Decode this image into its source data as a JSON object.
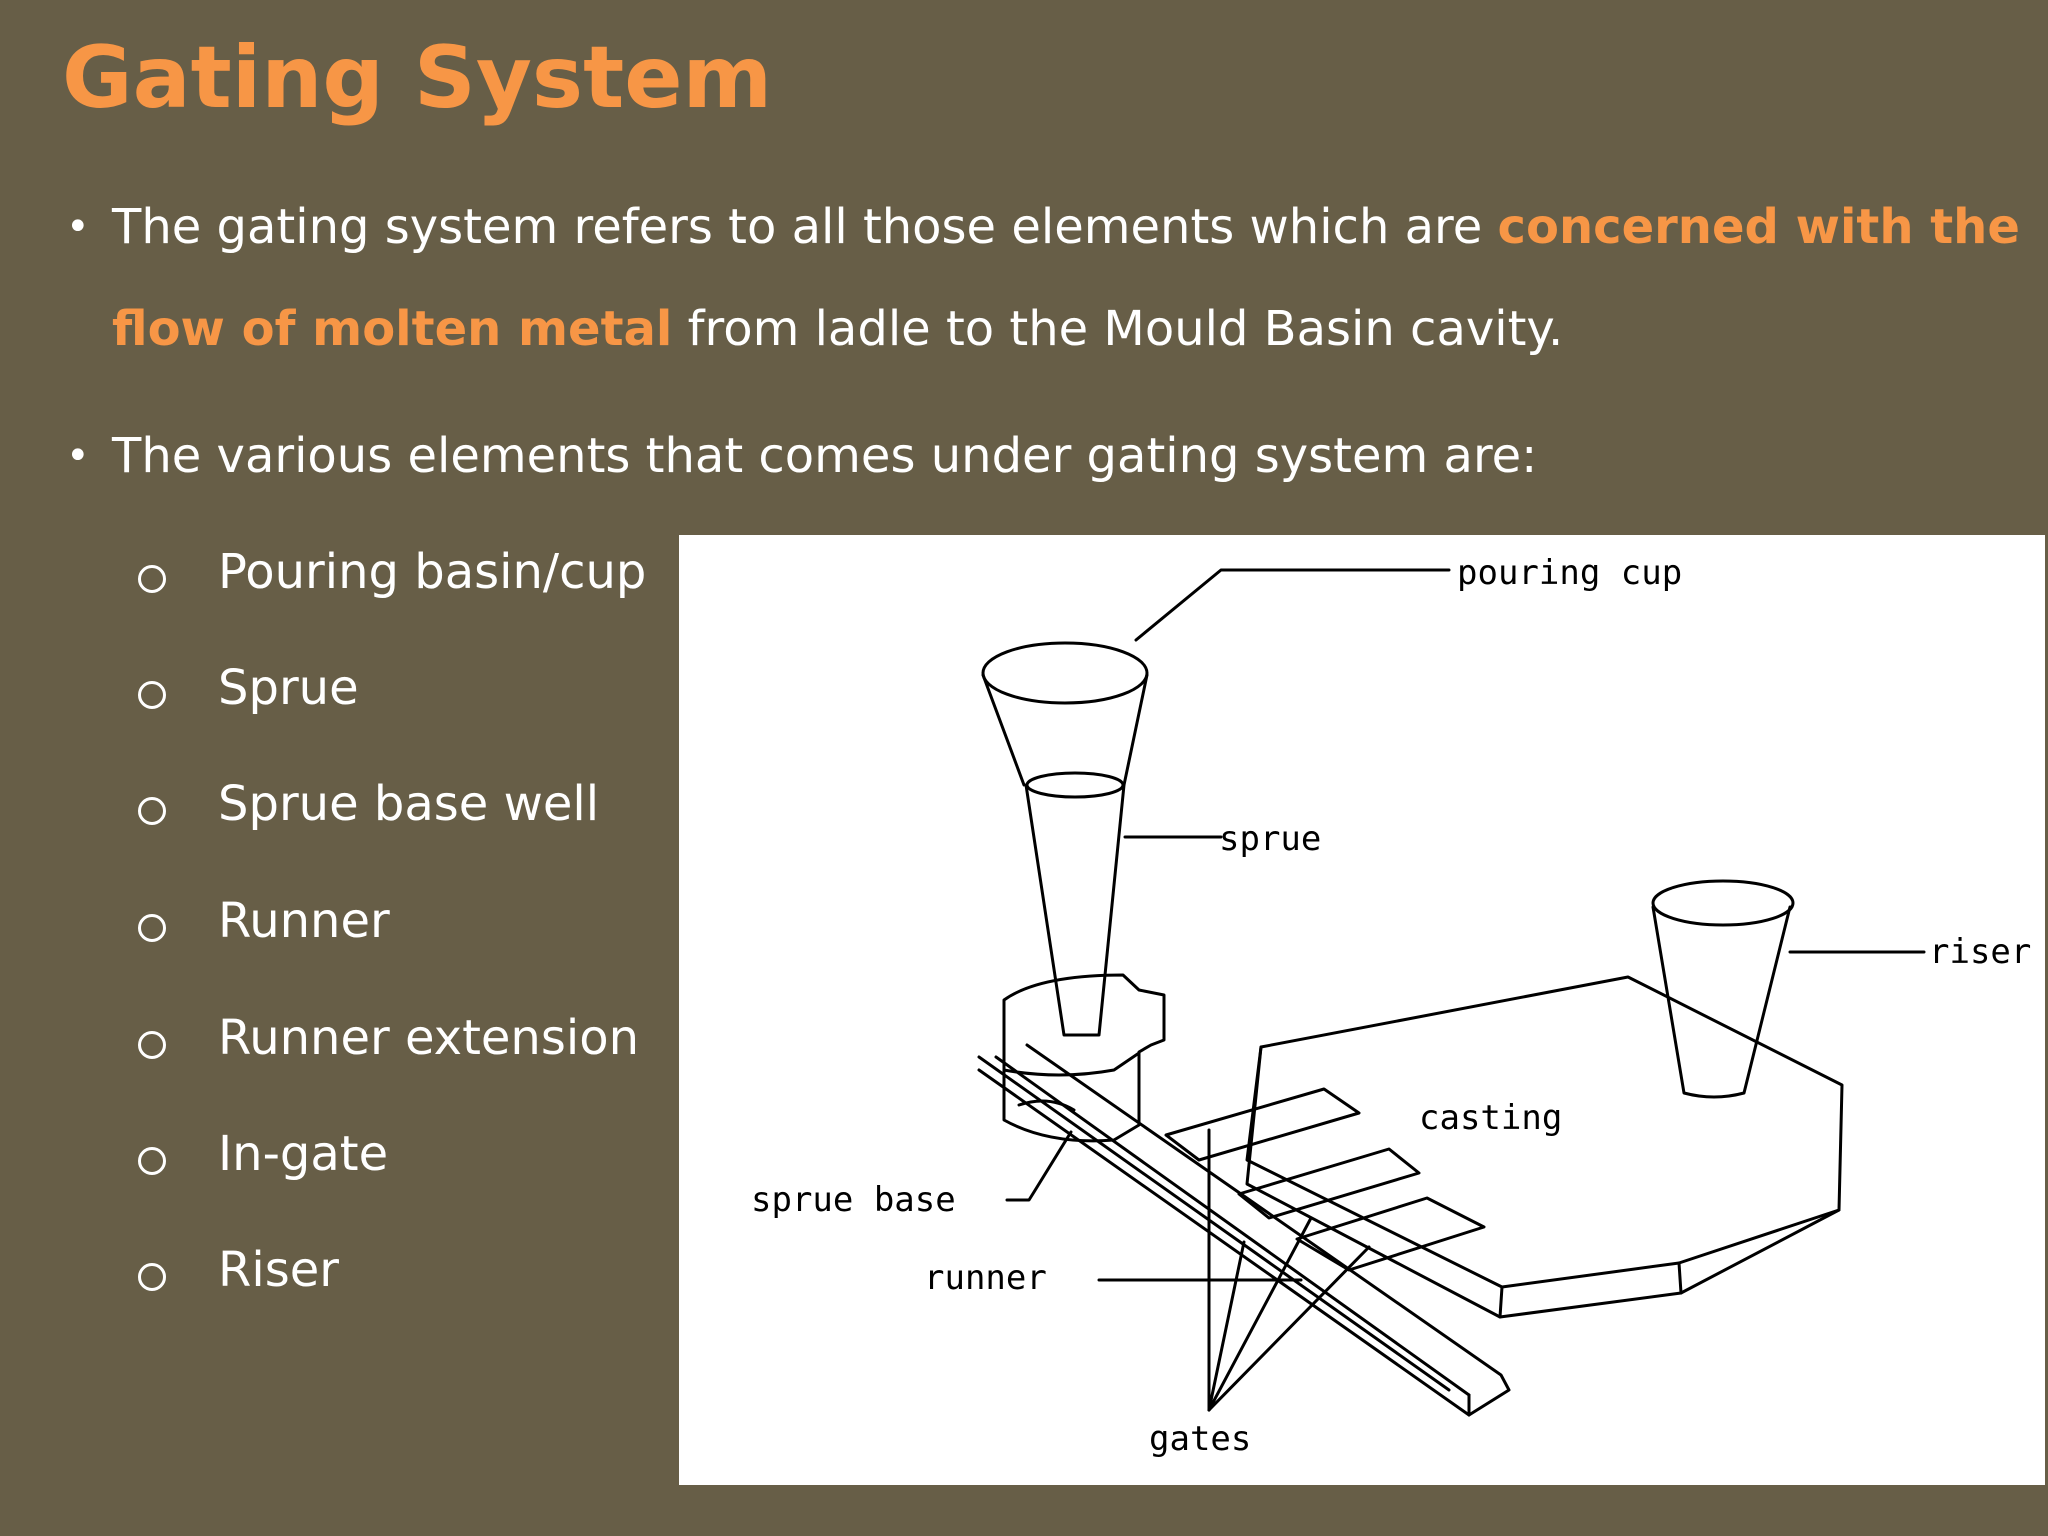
{
  "slide": {
    "title": "Gating System",
    "bullets": [
      {
        "parts": [
          "The gating system refers to all those elements which are ",
          "concerned with the flow of molten metal",
          " from ladle to the Mould Basin cavity."
        ]
      },
      {
        "text": "The various elements that comes under gating system are:"
      }
    ],
    "bullet_symbol": "•",
    "sub_items": [
      "Pouring basin/cup",
      "Sprue",
      "Sprue base well",
      "Runner",
      "Runner extension",
      "In-gate",
      "Riser"
    ]
  },
  "diagram": {
    "labels": {
      "pouring_cup": "pouring cup",
      "sprue": "sprue",
      "riser": "riser",
      "casting": "casting",
      "sprue_base": "sprue base",
      "runner": "runner",
      "gates": "gates"
    }
  },
  "colors": {
    "background": "#675e47",
    "accent": "#f79646",
    "text": "#ffffff",
    "diagram_background": "#ffffff",
    "diagram_ink": "#000000"
  }
}
